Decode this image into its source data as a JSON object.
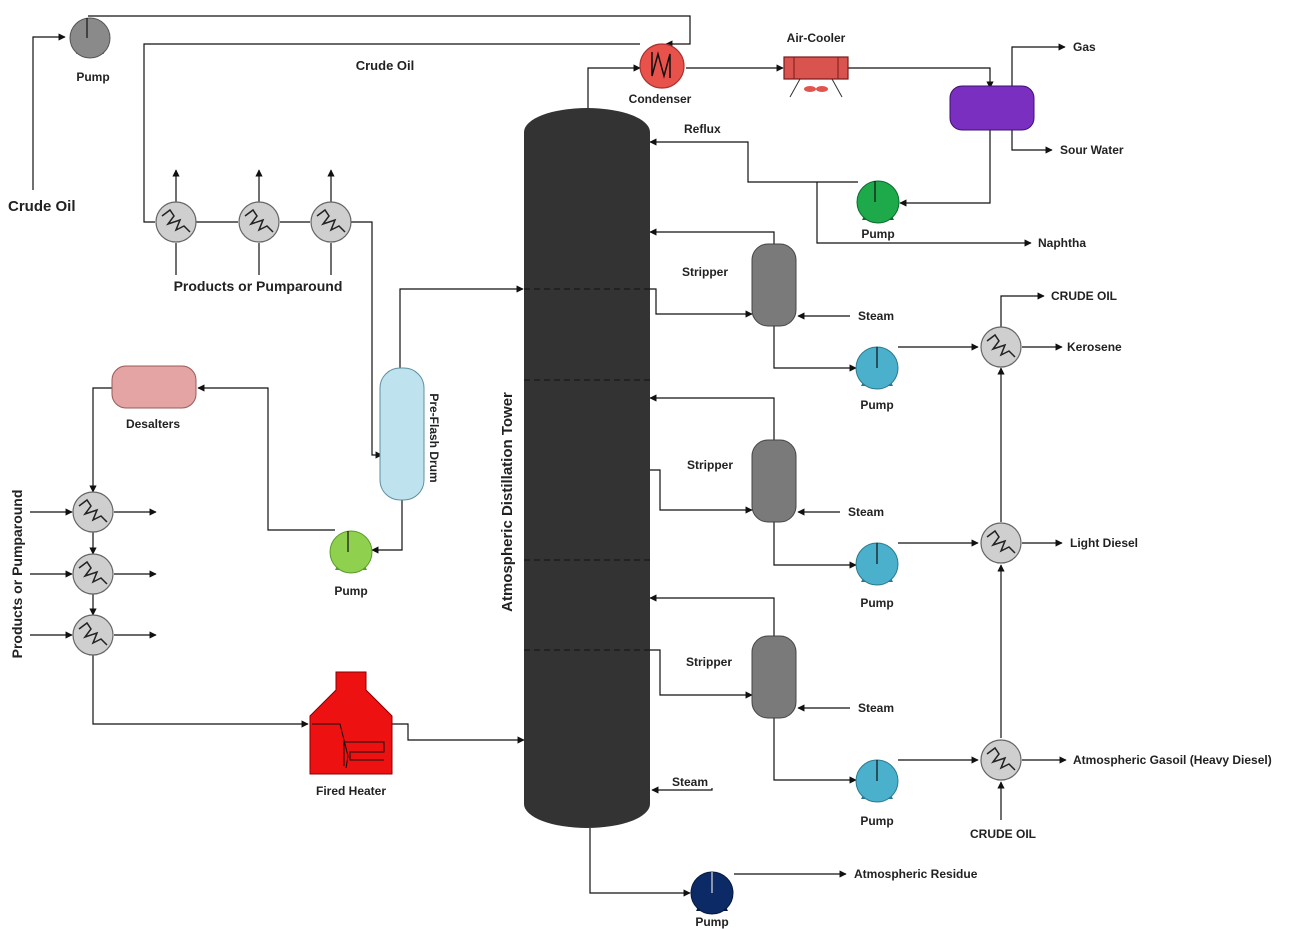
{
  "colors": {
    "tower": "#333333",
    "exchanger": "#cfcfcf",
    "pump_top": "#8a8a8a",
    "pump_preflash": "#8fd14f",
    "pump_naphtha": "#1ea94a",
    "pump_side": "#4ab0cc",
    "pump_residue": "#0b2a66",
    "stripper": "#7a7a7a",
    "desalter": "#e4a4a4",
    "preflash_drum": "#bfe3ee",
    "separator": "#7a2fc0",
    "aircooler": "#d9534f",
    "condenser": "#e8524a",
    "fired_heater": "#ee1111"
  },
  "icons": [
    "pump-icon",
    "heat-exchanger-icon",
    "condenser-icon",
    "air-cooler-icon",
    "fan-icon",
    "vessel-icon",
    "fired-heater-icon",
    "arrow-icon"
  ],
  "labels": {
    "pump_top": "Pump",
    "crude_oil_top": "Crude Oil",
    "crude_oil_left": "Crude Oil",
    "condenser": "Condenser",
    "air_cooler": "Air-Cooler",
    "gas": "Gas",
    "sour_water": "Sour Water",
    "reflux": "Reflux",
    "pump_naphtha": "Pump",
    "naphtha": "Naphtha",
    "products_top": "Products or Pumparound",
    "stripper_1": "Stripper",
    "steam_1": "Steam",
    "crude_oil_kerosene": "CRUDE OIL",
    "kerosene": "Kerosene",
    "pump_kerosene": "Pump",
    "desalters": "Desalters",
    "preflash_drum": "Pre-Flash Drum",
    "tower": "Atmospheric Distillation Tower",
    "stripper_2": "Stripper",
    "steam_2": "Steam",
    "light_diesel": "Light Diesel",
    "pump_light_diesel": "Pump",
    "pump_preflash": "Pump",
    "products_left": "Products or Pumparound",
    "stripper_3": "Stripper",
    "steam_3": "Steam",
    "fired_heater": "Fired Heater",
    "steam_bottom": "Steam",
    "gasoil": "Atmospheric Gasoil (Heavy Diesel)",
    "pump_gasoil": "Pump",
    "crude_oil_bottom": "CRUDE OIL",
    "residue": "Atmospheric Residue",
    "pump_residue": "Pump"
  }
}
